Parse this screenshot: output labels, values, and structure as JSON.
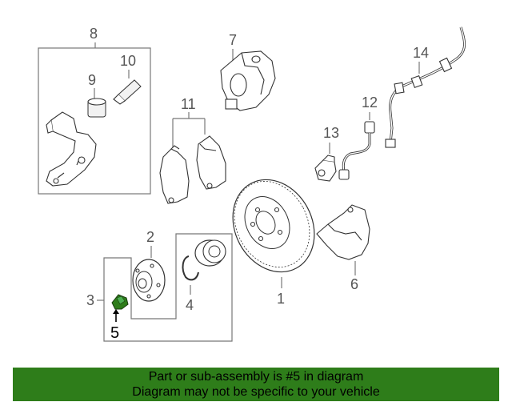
{
  "callouts": [
    "1",
    "2",
    "3",
    "4",
    "5",
    "6",
    "7",
    "8",
    "9",
    "10",
    "11",
    "12",
    "13",
    "14"
  ],
  "highlighted": "5",
  "banner": {
    "line1": "Part or sub-assembly is #5 in diagram",
    "line2": "Diagram may not be specific to your vehicle"
  },
  "colors": {
    "banner": "#2e7d1a",
    "highlight_part": "#2e7d1a"
  }
}
